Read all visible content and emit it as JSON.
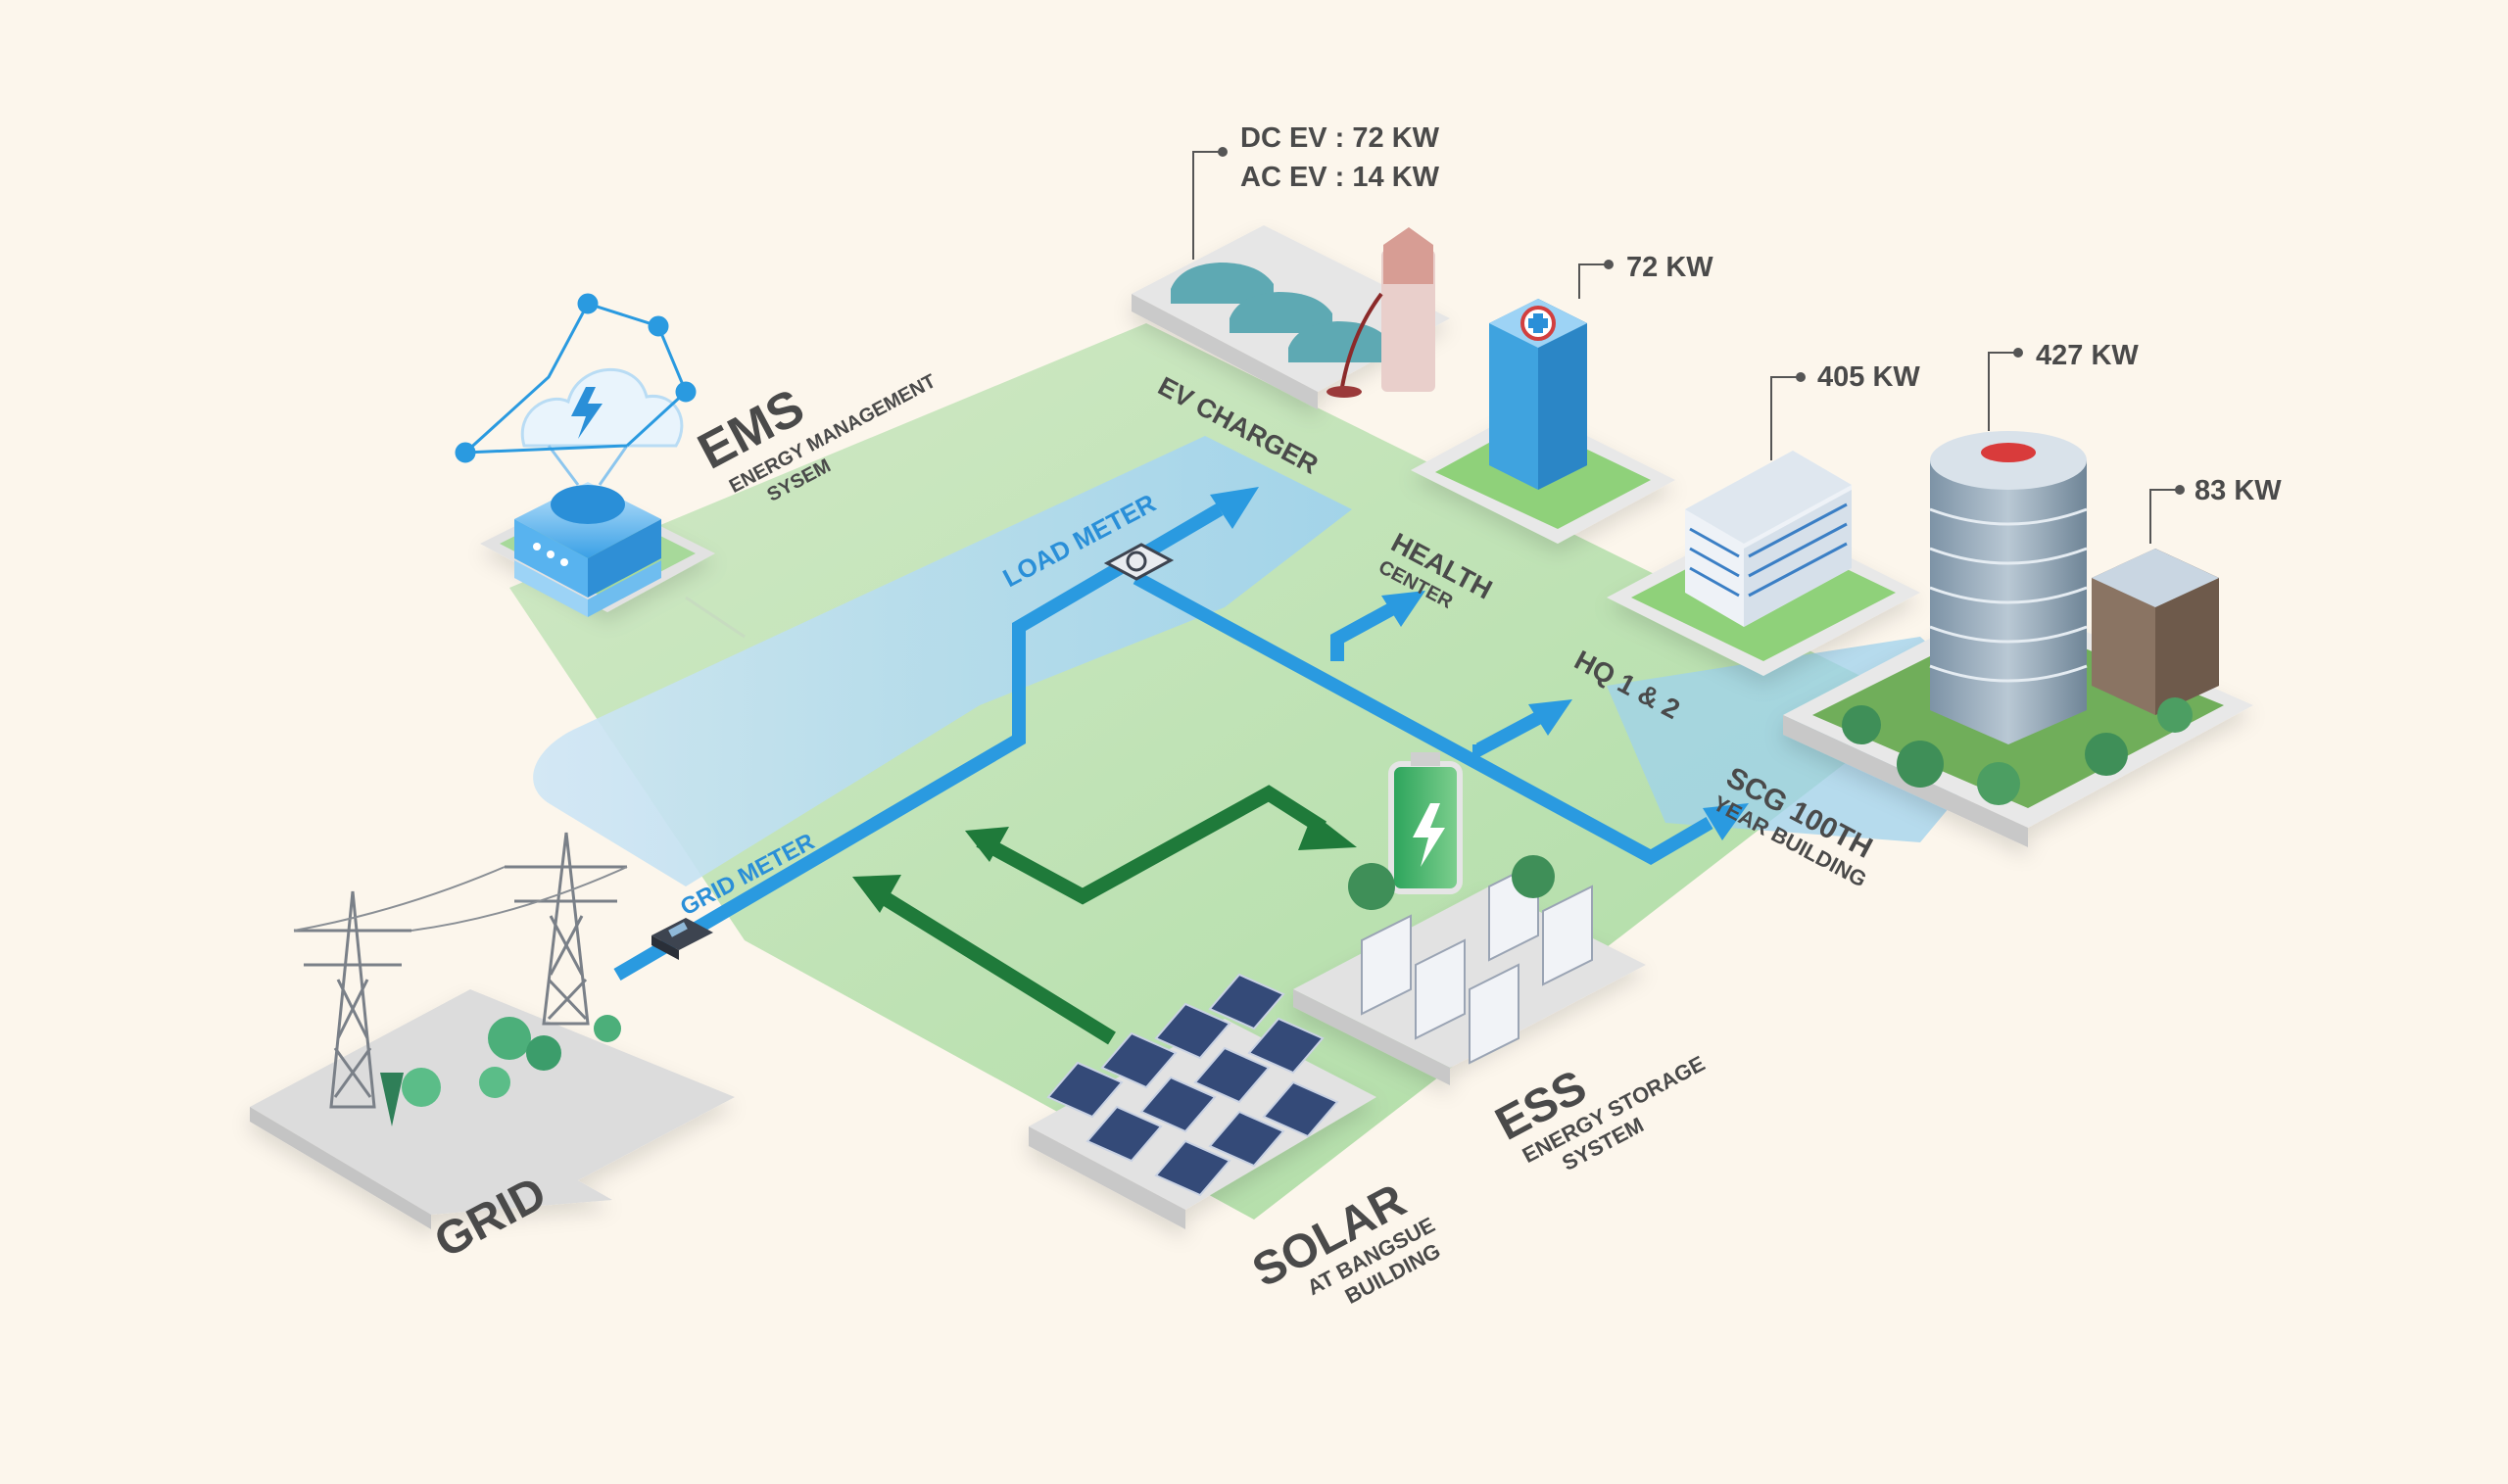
{
  "labels": {
    "ems_title": "EMS",
    "ems_sub1": "ENERGY MANAGEMENT",
    "ems_sub2": "SYSEM",
    "ev_charger": "EV CHARGER",
    "health_1": "HEALTH",
    "health_2": "CENTER",
    "hq": "HQ 1 & 2",
    "scg_1": "SCG 100TH",
    "scg_2": "YEAR BUILDING",
    "load_meter": "LOAD METER",
    "grid_meter": "GRID METER",
    "grid": "GRID",
    "solar_1": "SOLAR",
    "solar_2": "AT BANGSUE",
    "solar_3": "BUILDING",
    "ess_1": "ESS",
    "ess_2": "ENERGY STORAGE",
    "ess_3": "SYSTEM"
  },
  "callouts": {
    "ev_dc": "DC EV : 72 KW",
    "ev_ac": "AC EV : 14 KW",
    "health": "72 KW",
    "hq": "405 KW",
    "scg_tower": "427 KW",
    "scg_annex": "83 KW"
  },
  "colors": {
    "background": "#fcf6ec",
    "blue_flow": "#2a9ae0",
    "green_flow": "#1f7a3a",
    "label": "#4a4a4a"
  }
}
